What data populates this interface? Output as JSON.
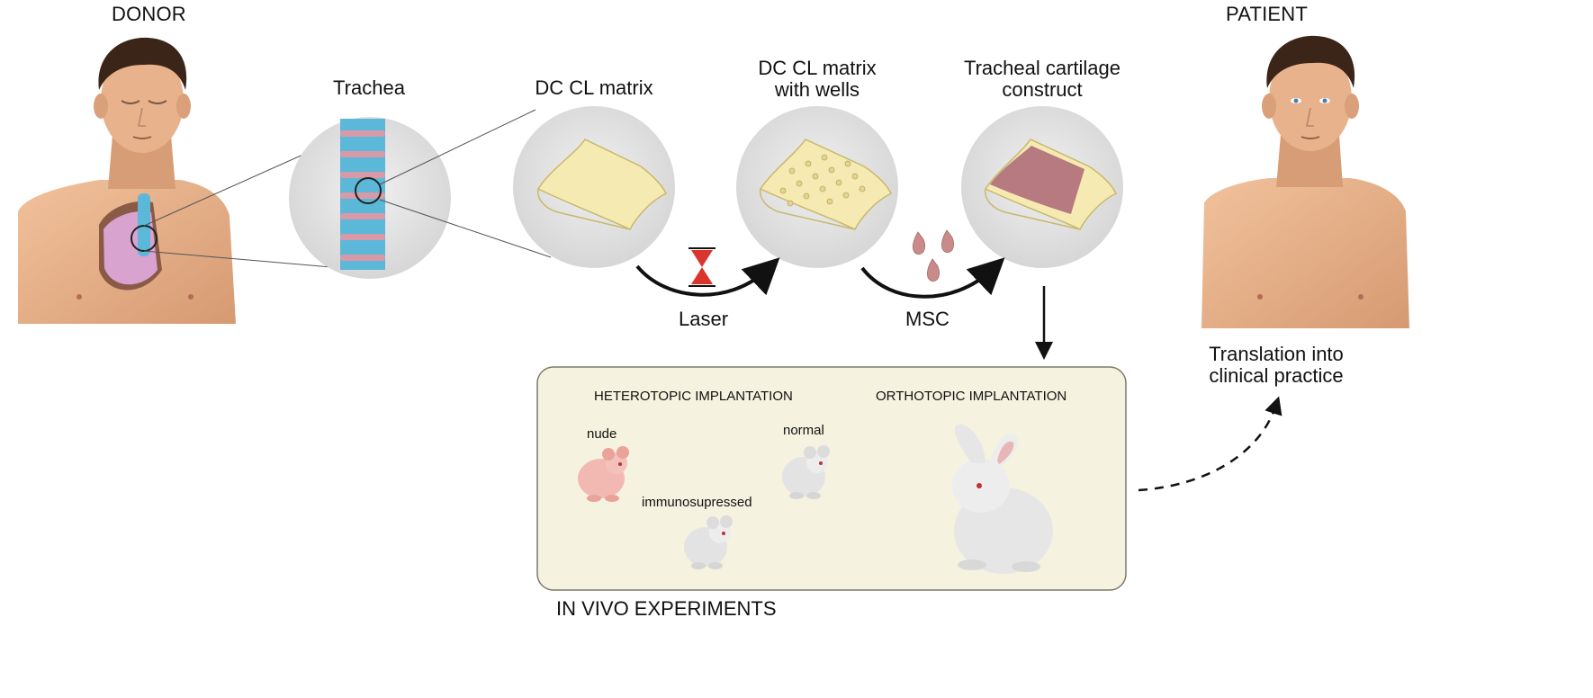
{
  "donor": {
    "title": "DONOR"
  },
  "patient": {
    "title": "PATIENT",
    "caption_line1": "Translation into",
    "caption_line2": "clinical practice"
  },
  "steps": {
    "trachea": "Trachea",
    "dc_cl_matrix": "DC CL matrix",
    "dc_cl_wells_line1": "DC CL matrix",
    "dc_cl_wells_line2": "with wells",
    "construct_line1": "Tracheal cartilage",
    "construct_line2": "construct"
  },
  "arrows": {
    "laser": "Laser",
    "msc": "MSC"
  },
  "in_vivo": {
    "heterotopic": "HETEROTOPIC IMPLANTATION",
    "orthotopic": "ORTHOTOPIC IMPLANTATION",
    "nude": "nude",
    "normal": "normal",
    "immunosupressed": "immunosupressed",
    "section_title": "IN VIVO EXPERIMENTS"
  },
  "colors": {
    "skin": "#e9b48e",
    "skin_shadow": "#c98d67",
    "hair": "#3b2418",
    "lung": "#d9a3cf",
    "trachea_blue": "#5bb8d8",
    "trachea_pink": "#d89aa8",
    "matrix_yellow": "#f5eab2",
    "construct_pink": "#b77a80",
    "box_fill": "#f5f2df",
    "box_stroke": "#7c7a6c",
    "laser_red": "#d9352d",
    "circle_gray": "#e6e6e6"
  }
}
